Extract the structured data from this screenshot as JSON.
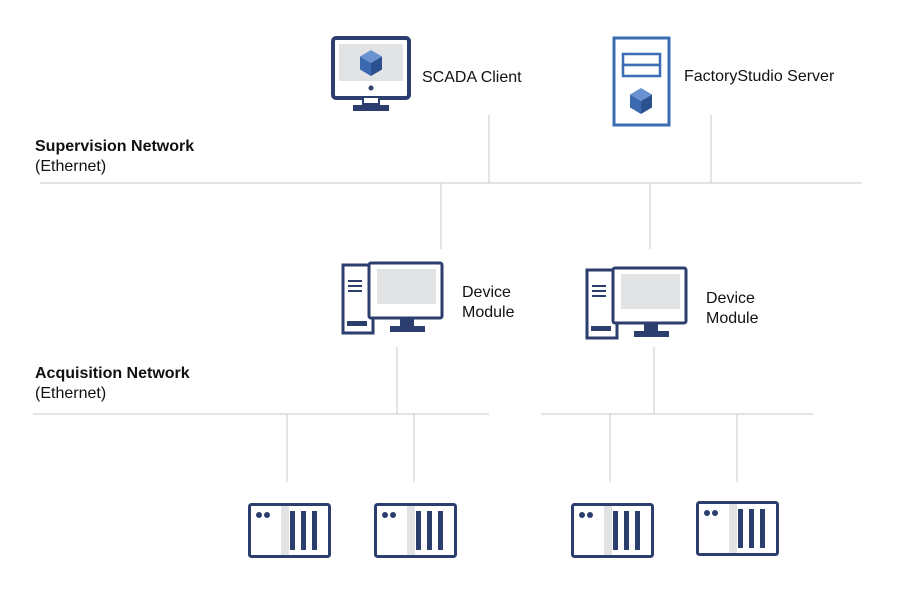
{
  "networks": {
    "supervision": {
      "title": "Supervision Network",
      "subtitle": "(Ethernet)"
    },
    "acquisition": {
      "title": "Acquisition Network",
      "subtitle": "(Ethernet)"
    }
  },
  "nodes": {
    "scada_client": {
      "label": "SCADA Client",
      "icon": "monitor-icon"
    },
    "factorystudio_server": {
      "label": "FactoryStudio Server",
      "icon": "server-tower-icon"
    },
    "device_module_1": {
      "line1": "Device",
      "line2": "Module",
      "icon": "desktop-computer-icon"
    },
    "device_module_2": {
      "line1": "Device",
      "line2": "Module",
      "icon": "desktop-computer-icon"
    },
    "field_devices": {
      "icon": "plc-device-icon",
      "count": 4
    }
  },
  "colors": {
    "icon_navy": "#2b3e6e",
    "icon_blue": "#3a6db6",
    "cube_blue": "#3b69b0",
    "screen_gray": "#e2e3e5",
    "line_gray": "#c8c8c8"
  }
}
